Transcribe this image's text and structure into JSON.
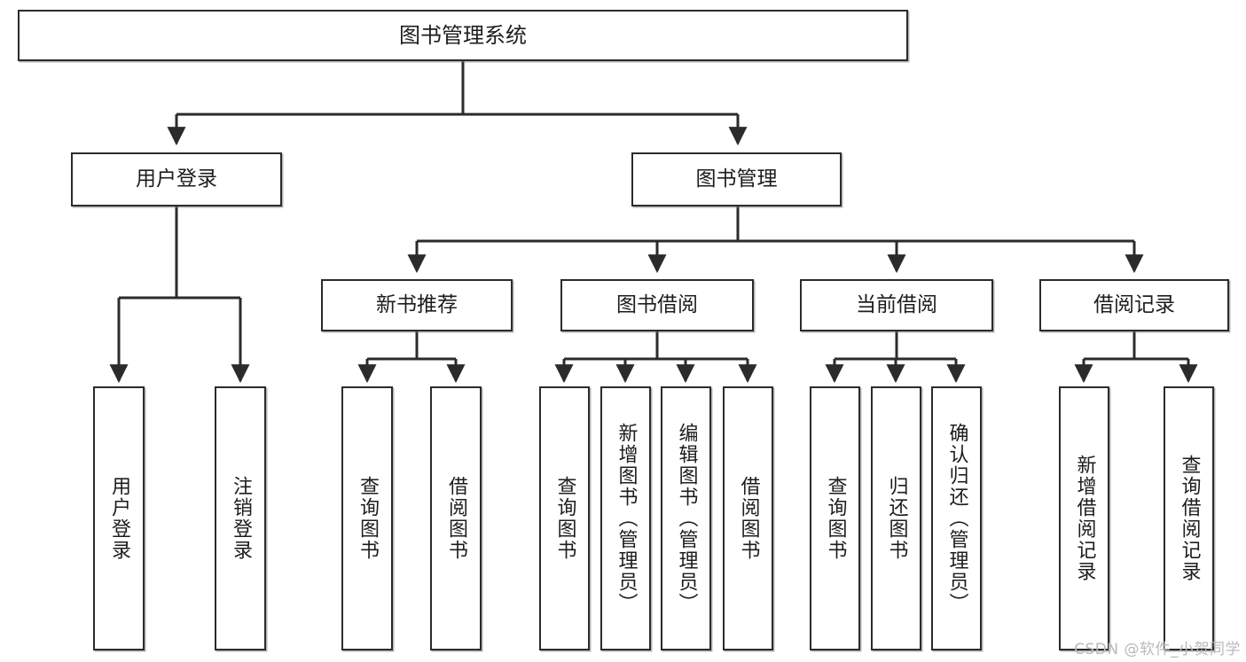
{
  "diagram": {
    "title_box": "图书管理系统",
    "type": "hierarchy-tree",
    "orientation": "top-down",
    "line_color": "#2b2b2b",
    "box_fill": "#ffffff",
    "text_color": "#1d1d1d",
    "watermark": "CSDN @软件_小贺同学",
    "levels": {
      "level1": [
        "图书管理系统"
      ],
      "level2": [
        "用户登录",
        "图书管理"
      ],
      "level3": [
        "新书推荐",
        "图书借阅",
        "当前借阅",
        "借阅记录"
      ],
      "level4": [
        "用户登录",
        "注销登录",
        "查询图书",
        "借阅图书",
        "查询图书",
        "新增图书（管理员）",
        "编辑图书（管理员）",
        "借阅图书",
        "查询图书",
        "归还图书",
        "确认归还（管理员）",
        "新增借阅记录",
        "查询借阅记录"
      ]
    },
    "nodes": {
      "root": {
        "label": "图书管理系统"
      },
      "user_login": {
        "label": "用户登录"
      },
      "book_manage": {
        "label": "图书管理"
      },
      "new_book_rec": {
        "label": "新书推荐"
      },
      "book_borrow": {
        "label": "图书借阅"
      },
      "current_borrow": {
        "label": "当前借阅"
      },
      "borrow_record": {
        "label": "借阅记录"
      },
      "leaf_user_login": {
        "label": "用户登录"
      },
      "leaf_logout": {
        "label": "注销登录"
      },
      "leaf_query_book_a": {
        "label": "查询图书"
      },
      "leaf_borrow_book_a": {
        "label": "借阅图书"
      },
      "leaf_query_book_b": {
        "label": "查询图书"
      },
      "leaf_add_book": {
        "label": "新增图书（管理员）"
      },
      "leaf_edit_book": {
        "label": "编辑图书（管理员）"
      },
      "leaf_borrow_book_b": {
        "label": "借阅图书"
      },
      "leaf_query_book_c": {
        "label": "查询图书"
      },
      "leaf_return_book": {
        "label": "归还图书"
      },
      "leaf_confirm_return": {
        "label": "确认归还（管理员）"
      },
      "leaf_add_record": {
        "label": "新增借阅记录"
      },
      "leaf_query_record": {
        "label": "查询借阅记录"
      }
    }
  }
}
